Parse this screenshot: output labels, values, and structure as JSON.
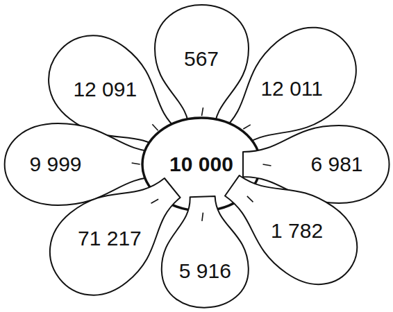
{
  "diagram": {
    "nodes": [
      {
        "text": [
          "567"
        ]
      },
      {
        "text": [
          "12 091"
        ]
      },
      {
        "text": [
          "12 011"
        ]
      },
      {
        "text": [
          "9 999"
        ]
      },
      {
        "text": [
          "10 000"
        ]
      },
      {
        "text": [
          "6 981"
        ]
      },
      {
        "text": [
          "71 217"
        ]
      },
      {
        "text": [
          "1 782"
        ]
      },
      {
        "text": [
          "5 916"
        ]
      }
    ]
  }
}
